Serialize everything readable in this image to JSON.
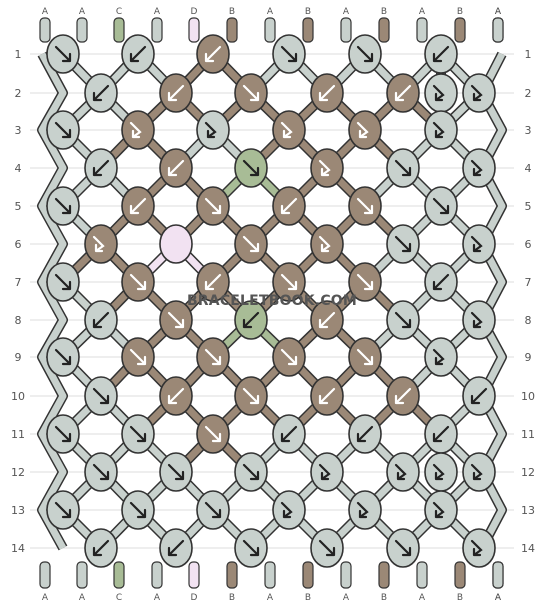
{
  "watermark": "BRACELETBOOK.COM",
  "colors": {
    "A": "#c8d1cd",
    "B": "#9b8876",
    "C": "#a8bc96",
    "D": "#f2e2f2",
    "outline": "#333333",
    "guide": "#dcdcdc"
  },
  "top_labels": [
    "A",
    "A",
    "C",
    "A",
    "D",
    "B",
    "A",
    "B",
    "A",
    "B",
    "A",
    "B",
    "A",
    "A"
  ],
  "bottom_labels": [
    "A",
    "A",
    "C",
    "A",
    "D",
    "B",
    "A",
    "B",
    "A",
    "B",
    "A",
    "B",
    "A",
    "A"
  ],
  "row_labels": [
    "1",
    "2",
    "3",
    "4",
    "5",
    "6",
    "7",
    "8",
    "9",
    "10",
    "11",
    "12",
    "13",
    "14"
  ],
  "knot_rows": [
    [
      {
        "c": "A",
        "d": "r"
      },
      {
        "c": "A",
        "d": "l"
      },
      {
        "c": "B",
        "d": "l"
      },
      {
        "c": "A",
        "d": "r"
      },
      {
        "c": "A",
        "d": "r"
      },
      {
        "c": "A",
        "d": "l"
      }
    ],
    [
      {
        "c": "A",
        "d": "l"
      },
      {
        "c": "B",
        "d": "l"
      },
      {
        "c": "B",
        "d": "r"
      },
      {
        "c": "B",
        "d": "l"
      },
      {
        "c": "B",
        "d": "l"
      },
      {
        "c": "A",
        "d": "rl"
      },
      {
        "c": "A",
        "d": "rl"
      }
    ],
    [
      {
        "c": "A",
        "d": "r"
      },
      {
        "c": "B",
        "d": "rl"
      },
      {
        "c": "A",
        "d": "rl"
      },
      {
        "c": "B",
        "d": "rl"
      },
      {
        "c": "B",
        "d": "rl"
      },
      {
        "c": "A",
        "d": "rl"
      }
    ],
    [
      {
        "c": "A",
        "d": "l"
      },
      {
        "c": "B",
        "d": "l"
      },
      {
        "c": "C",
        "d": "r"
      },
      {
        "c": "B",
        "d": "rl"
      },
      {
        "c": "A",
        "d": "r"
      },
      {
        "c": "A",
        "d": "rl"
      }
    ],
    [
      {
        "c": "A",
        "d": "r"
      },
      {
        "c": "B",
        "d": "l"
      },
      {
        "c": "B",
        "d": "r"
      },
      {
        "c": "B",
        "d": "l"
      },
      {
        "c": "B",
        "d": "r"
      },
      {
        "c": "A",
        "d": "r"
      }
    ],
    [
      {
        "c": "B",
        "d": "rl"
      },
      {
        "c": "D",
        "d": ""
      },
      {
        "c": "B",
        "d": "r"
      },
      {
        "c": "B",
        "d": "rl"
      },
      {
        "c": "A",
        "d": "r"
      },
      {
        "c": "A",
        "d": "rl"
      }
    ],
    [
      {
        "c": "A",
        "d": "r"
      },
      {
        "c": "B",
        "d": "r"
      },
      {
        "c": "B",
        "d": "l"
      },
      {
        "c": "B",
        "d": "r"
      },
      {
        "c": "B",
        "d": "r"
      },
      {
        "c": "A",
        "d": "l"
      }
    ],
    [
      {
        "c": "A",
        "d": "l"
      },
      {
        "c": "B",
        "d": "r"
      },
      {
        "c": "C",
        "d": "l"
      },
      {
        "c": "B",
        "d": "l"
      },
      {
        "c": "A",
        "d": "r"
      },
      {
        "c": "A",
        "d": "rl"
      }
    ],
    [
      {
        "c": "A",
        "d": "r"
      },
      {
        "c": "B",
        "d": "r"
      },
      {
        "c": "B",
        "d": "r"
      },
      {
        "c": "B",
        "d": "r"
      },
      {
        "c": "B",
        "d": "r"
      },
      {
        "c": "A",
        "d": "rl"
      }
    ],
    [
      {
        "c": "A",
        "d": "r"
      },
      {
        "c": "B",
        "d": "l"
      },
      {
        "c": "B",
        "d": "r"
      },
      {
        "c": "B",
        "d": "l"
      },
      {
        "c": "B",
        "d": "l"
      },
      {
        "c": "A",
        "d": "l"
      }
    ],
    [
      {
        "c": "A",
        "d": "r"
      },
      {
        "c": "A",
        "d": "r"
      },
      {
        "c": "B",
        "d": "r"
      },
      {
        "c": "A",
        "d": "l"
      },
      {
        "c": "A",
        "d": "l"
      },
      {
        "c": "A",
        "d": "l"
      }
    ],
    [
      {
        "c": "A",
        "d": "r"
      },
      {
        "c": "A",
        "d": "r"
      },
      {
        "c": "A",
        "d": "r"
      },
      {
        "c": "A",
        "d": "rl"
      },
      {
        "c": "A",
        "d": "rl"
      },
      {
        "c": "A",
        "d": "rl"
      },
      {
        "c": "A",
        "d": "rl"
      }
    ],
    [
      {
        "c": "A",
        "d": "r"
      },
      {
        "c": "A",
        "d": "r"
      },
      {
        "c": "A",
        "d": "r"
      },
      {
        "c": "A",
        "d": "rl"
      },
      {
        "c": "A",
        "d": "rl"
      },
      {
        "c": "A",
        "d": "rl"
      }
    ],
    [
      {
        "c": "A",
        "d": "l"
      },
      {
        "c": "A",
        "d": "l"
      },
      {
        "c": "A",
        "d": "r"
      },
      {
        "c": "A",
        "d": "r"
      },
      {
        "c": "A",
        "d": "r"
      },
      {
        "c": "A",
        "d": "rl"
      }
    ]
  ]
}
